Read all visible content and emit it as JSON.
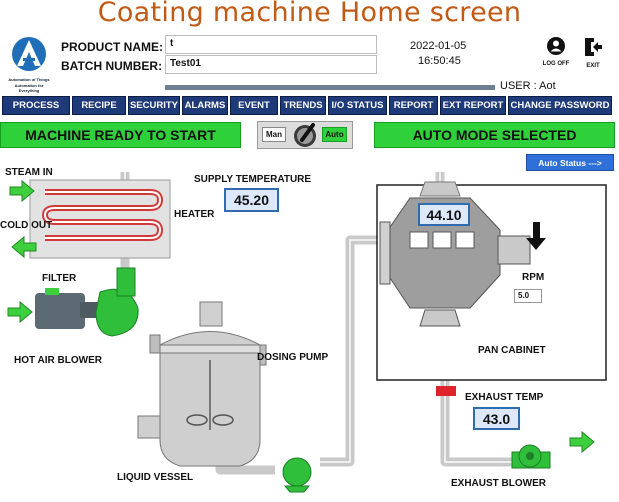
{
  "title": "Coating machine Home screen",
  "logo": {
    "line1": "Automation of Things",
    "line2": "Automation for Everything"
  },
  "header": {
    "product_label": "PRODUCT NAME:",
    "product_value": "t",
    "batch_label": "BATCH NUMBER:",
    "batch_value": "Test01",
    "date": "2022-01-05",
    "time": "16:50:45",
    "logoff_label": "LOG OFF",
    "exit_label": "EXIT",
    "user": "USER : Aot"
  },
  "nav": [
    "PROCESS",
    "RECIPE",
    "SECURITY",
    "ALARMS",
    "EVENT",
    "TRENDS",
    "I/O STATUS",
    "REPORT",
    "EXT REPORT",
    "CHANGE PASSWORD"
  ],
  "status": {
    "ready": "MACHINE READY TO START",
    "mode": "AUTO MODE SELECTED",
    "man_label": "Man",
    "auto_label": "Auto",
    "auto_status_button": "Auto Status --->"
  },
  "process": {
    "steam_in": "STEAM IN",
    "cold_out": "COLD OUT",
    "heater": "HEATER",
    "filter": "FILTER",
    "hot_air_blower": "HOT AIR BLOWER",
    "supply_temp_label": "SUPPLY TEMPERATURE",
    "supply_temp_value": "45.20",
    "pan_temp_value": "44.10",
    "rpm_label": "RPM",
    "rpm_value": "5.0",
    "pan_cabinet": "PAN CABINET",
    "dosing_pump": "DOSING PUMP",
    "liquid_vessel": "LIQUID VESSEL",
    "exhaust_temp_label": "EXHAUST TEMP",
    "exhaust_temp_value": "43.0",
    "exhaust_blower": "EXHAUST BLOWER"
  },
  "colors": {
    "title": "#c05a14",
    "nav_bg": "#1f3a78",
    "banner_green": "#2fd13a",
    "value_bg": "#dde9fb",
    "pipe": "#c9c9c9",
    "arrow_green": "#3ecf3e"
  }
}
